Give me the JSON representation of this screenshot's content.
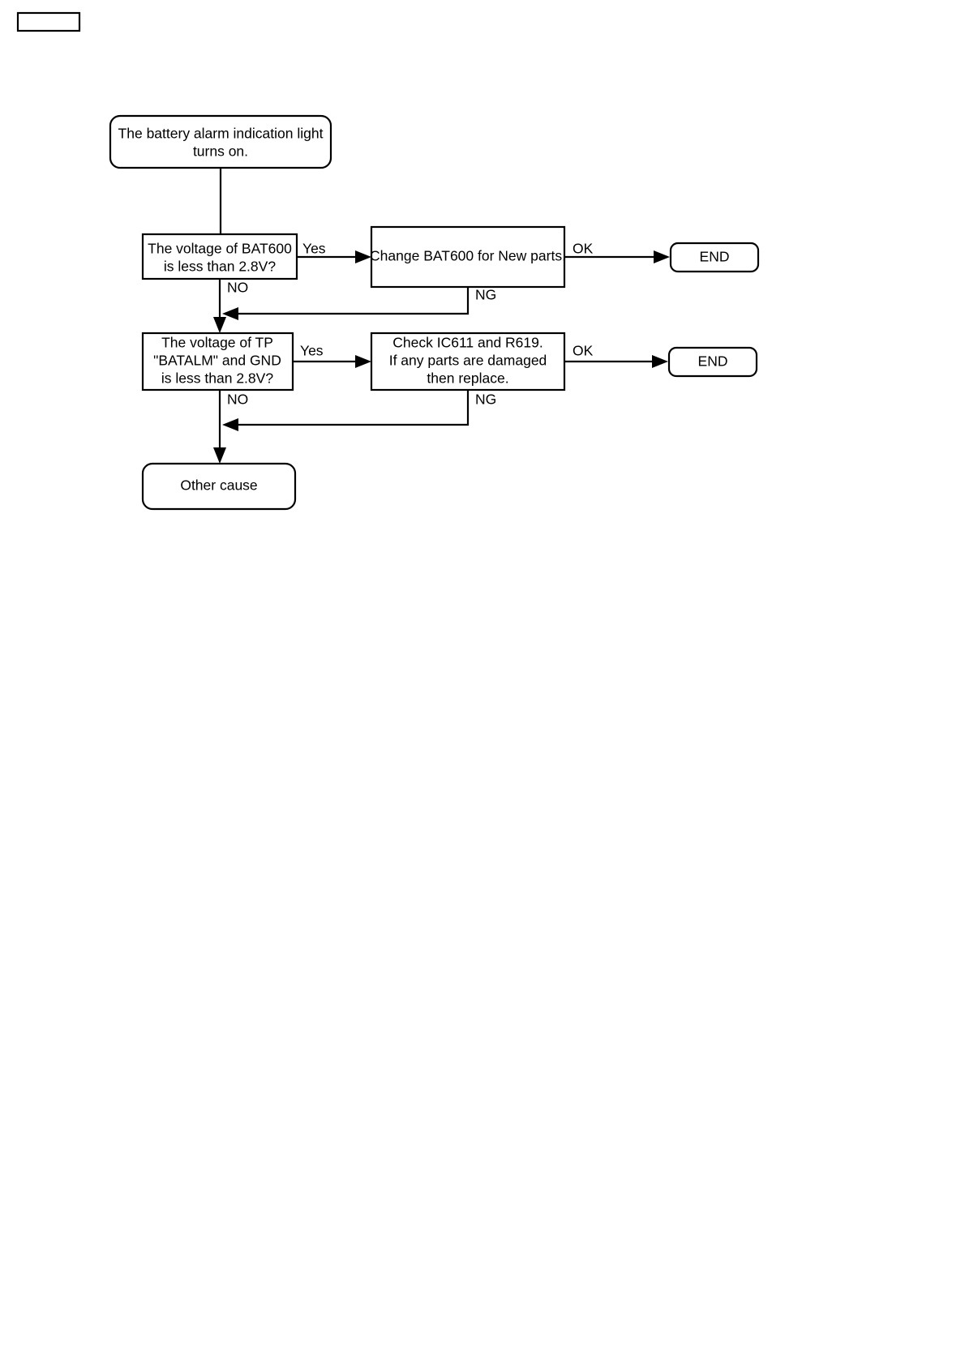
{
  "page": {
    "background_color": "#ffffff",
    "line_color": "#000000",
    "text_color": "#000000"
  },
  "header_box": {
    "label": ""
  },
  "flowchart": {
    "title": "",
    "nodes": [
      {
        "id": "start",
        "shape": "rounded-rectangle",
        "lines": [
          "The battery alarm indication light",
          "turns on."
        ]
      },
      {
        "id": "decision-bat600",
        "shape": "rectangle",
        "lines": [
          "The voltage of BAT600",
          "is less than 2.8V?"
        ]
      },
      {
        "id": "action-change-bat600",
        "shape": "rectangle",
        "lines": [
          "Change BAT600 for New parts."
        ]
      },
      {
        "id": "end-1",
        "shape": "rounded-rectangle",
        "lines": [
          "END"
        ]
      },
      {
        "id": "decision-batalm",
        "shape": "rectangle",
        "lines": [
          "The voltage of TP",
          "\"BATALM\" and GND",
          "is less than 2.8V?"
        ]
      },
      {
        "id": "action-check-ic611",
        "shape": "rectangle",
        "lines": [
          "Check IC611 and R619.",
          "If any parts are damaged",
          "then replace."
        ]
      },
      {
        "id": "end-2",
        "shape": "rounded-rectangle",
        "lines": [
          "END"
        ]
      },
      {
        "id": "other-cause",
        "shape": "rounded-rectangle",
        "lines": [
          "Other cause"
        ]
      }
    ],
    "edge_labels": {
      "yes_1": "Yes",
      "no_1": "NO",
      "ok_1": "OK",
      "ng_1": "NG",
      "yes_2": "Yes",
      "no_2": "NO",
      "ok_2": "OK",
      "ng_2": "NG"
    }
  }
}
